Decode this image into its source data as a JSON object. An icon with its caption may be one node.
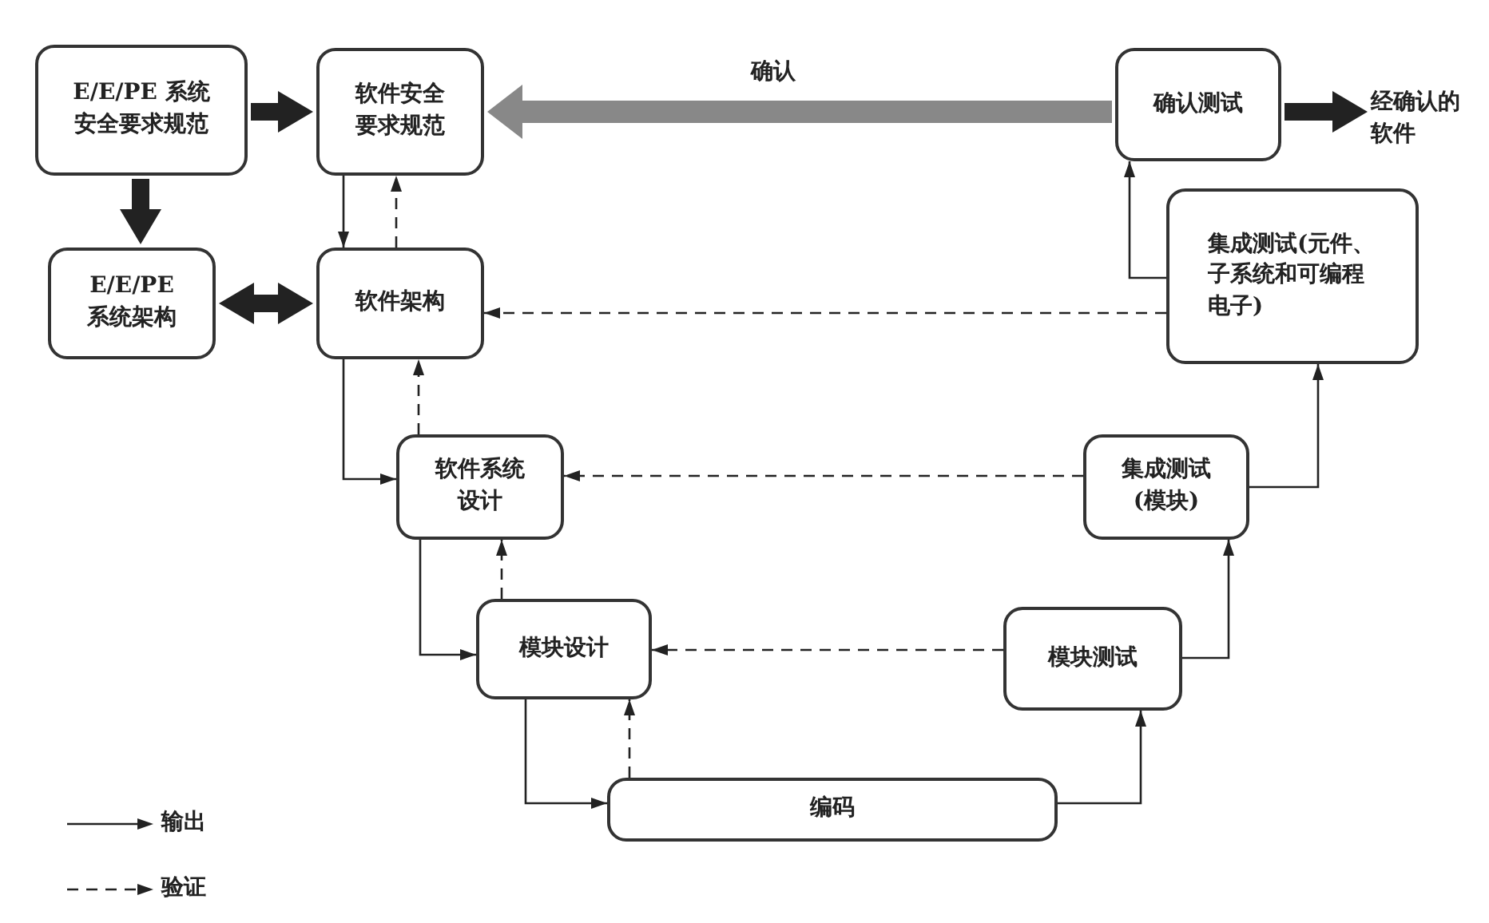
{
  "diagram": {
    "nodes": [
      {
        "text": [
          "E/E/PE 系统安全要求规范"
        ]
      },
      {
        "text": [
          "软件安全要求规范"
        ]
      },
      {
        "text": [
          "确认测试"
        ]
      },
      {
        "text": [
          "经确认的软件"
        ]
      },
      {
        "text": [
          "E/E/PE 系统架构"
        ]
      },
      {
        "text": [
          "软件架构"
        ]
      },
      {
        "text": [
          "集成测试(元件、子系统和可编程电子)"
        ]
      },
      {
        "text": [
          "软件系统设计"
        ]
      },
      {
        "text": [
          "集成测试(模块)"
        ]
      },
      {
        "text": [
          "模块设计"
        ]
      },
      {
        "text": [
          "模块测试"
        ]
      },
      {
        "text": [
          "编码"
        ]
      }
    ],
    "edges": [
      {
        "from": 0,
        "to": 1,
        "arrow": "to",
        "style": "thick"
      },
      {
        "from": 0,
        "to": 4,
        "arrow": "to",
        "style": "thick"
      },
      {
        "from": 4,
        "to": 5,
        "arrow": "both",
        "style": "thick"
      },
      {
        "from": 2,
        "to": 1,
        "arrow": "to",
        "style": "thick",
        "color": "#888888",
        "label": "确认"
      },
      {
        "from": 2,
        "to": 3,
        "arrow": "to",
        "style": "thick"
      },
      {
        "from": 1,
        "to": 5,
        "arrow": "to"
      },
      {
        "from": 5,
        "to": 1,
        "arrow": "to",
        "style": "dashed"
      },
      {
        "from": 6,
        "to": 5,
        "arrow": "to",
        "style": "dashed"
      },
      {
        "from": 5,
        "to": 7,
        "arrow": "to"
      },
      {
        "from": 7,
        "to": 5,
        "arrow": "to",
        "style": "dashed"
      },
      {
        "from": 8,
        "to": 7,
        "arrow": "to",
        "style": "dashed"
      },
      {
        "from": 7,
        "to": 9,
        "arrow": "to"
      },
      {
        "from": 9,
        "to": 7,
        "arrow": "to",
        "style": "dashed"
      },
      {
        "from": 10,
        "to": 9,
        "arrow": "to",
        "style": "dashed"
      },
      {
        "from": 9,
        "to": 11,
        "arrow": "to"
      },
      {
        "from": 11,
        "to": 9,
        "arrow": "to",
        "style": "dashed"
      },
      {
        "from": 11,
        "to": 10,
        "arrow": "to"
      },
      {
        "from": 10,
        "to": 8,
        "arrow": "to"
      },
      {
        "from": 8,
        "to": 6,
        "arrow": "to"
      },
      {
        "from": 6,
        "to": 2,
        "arrow": "to"
      }
    ],
    "legend": [
      {
        "text": "输出"
      },
      {
        "text": "验证"
      }
    ]
  }
}
